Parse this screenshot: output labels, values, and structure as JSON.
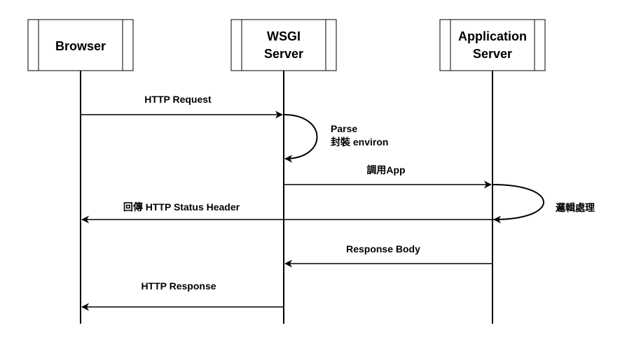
{
  "participants": {
    "browser": {
      "label": "Browser"
    },
    "wsgi": {
      "line1": "WSGI",
      "line2": "Server"
    },
    "app": {
      "line1": "Application",
      "line2": "Server"
    }
  },
  "messages": {
    "http_request": "HTTP Request",
    "parse_line1": "Parse",
    "parse_line2": "封裝 environ",
    "call_app": "調用App",
    "logic": "邏輯處理",
    "return_status": "回傳 HTTP Status Header",
    "response_body": "Response Body",
    "http_response": "HTTP Response"
  },
  "colors": {
    "stroke": "#000000",
    "background": "#ffffff"
  }
}
